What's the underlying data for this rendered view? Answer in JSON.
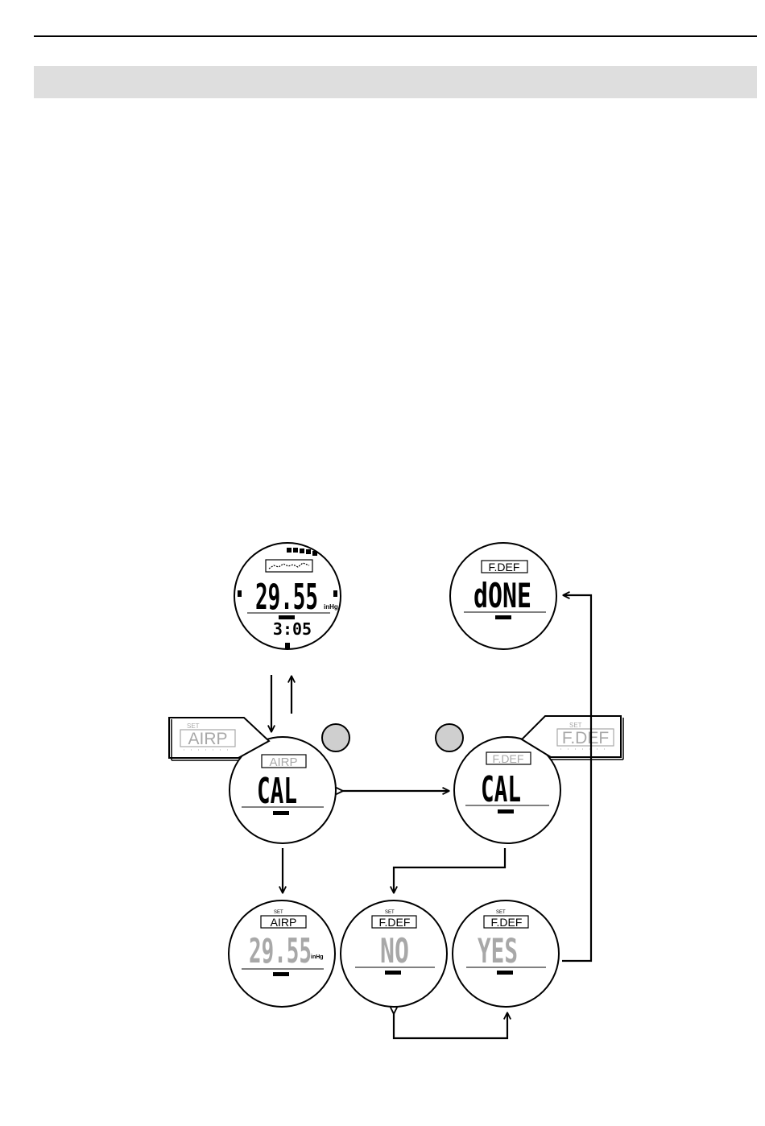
{
  "header": {
    "band_color": "#dedede"
  },
  "colors": {
    "ink": "#000000",
    "dim": "#a8a8a8",
    "button": "#cfcfcf"
  },
  "screens": {
    "home": {
      "value": "29.55",
      "unit": "inHg",
      "time": "3:05"
    },
    "airp_cal": {
      "label": "AIRP",
      "value": "CAL"
    },
    "fdef_cal": {
      "label": "F.DEF",
      "value": "CAL"
    },
    "fdef_done": {
      "label": "F.DEF",
      "value": "dONE"
    },
    "airp_set": {
      "set": "SET",
      "label": "AIRP",
      "value": "29.55",
      "unit": "inHg"
    },
    "fdef_no": {
      "set": "SET",
      "label": "F.DEF",
      "value": "NO"
    },
    "fdef_yes": {
      "set": "SET",
      "label": "F.DEF",
      "value": "YES"
    }
  },
  "callouts": {
    "airp": {
      "set": "SET",
      "label": "AIRP"
    },
    "fdef": {
      "set": "SET",
      "label": "F.DEF"
    }
  }
}
